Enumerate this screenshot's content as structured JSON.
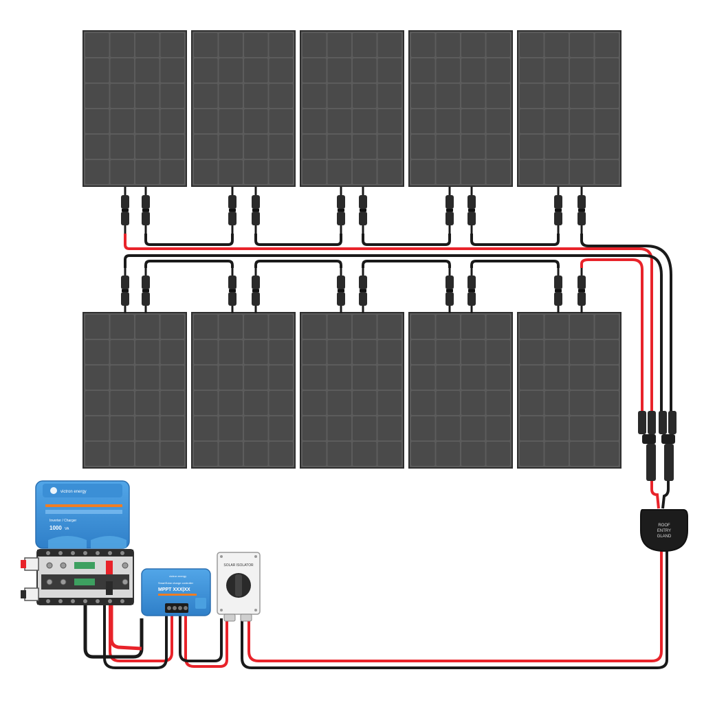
{
  "colors": {
    "panel_cell": "#4a4a4a",
    "panel_frame": "#5c5c5c",
    "panel_border": "#2e2e2e",
    "cable_red": "#e8232a",
    "cable_black": "#1a1a1a",
    "victron_blue": "#3b8fd6",
    "victron_blue_dark": "#2a6fb0",
    "victron_orange": "#f07d22",
    "isolator_body": "#f2f2f2",
    "gland": "#1c1c1c"
  },
  "panels": {
    "top_row_count": 5,
    "bottom_row_count": 5
  },
  "inverter": {
    "brand": "victron energy",
    "model_label": "Inverter / Charger",
    "power_value": "1000",
    "power_unit": "VA"
  },
  "mppt": {
    "brand": "victron energy",
    "product_line": "SmartSolar charge controller",
    "model": "MPPT XXX|XX"
  },
  "isolator": {
    "label": "SOLAR ISOLATOR"
  },
  "gland": {
    "line1": "ROOF",
    "line2": "ENTRY",
    "line3": "GLAND"
  }
}
